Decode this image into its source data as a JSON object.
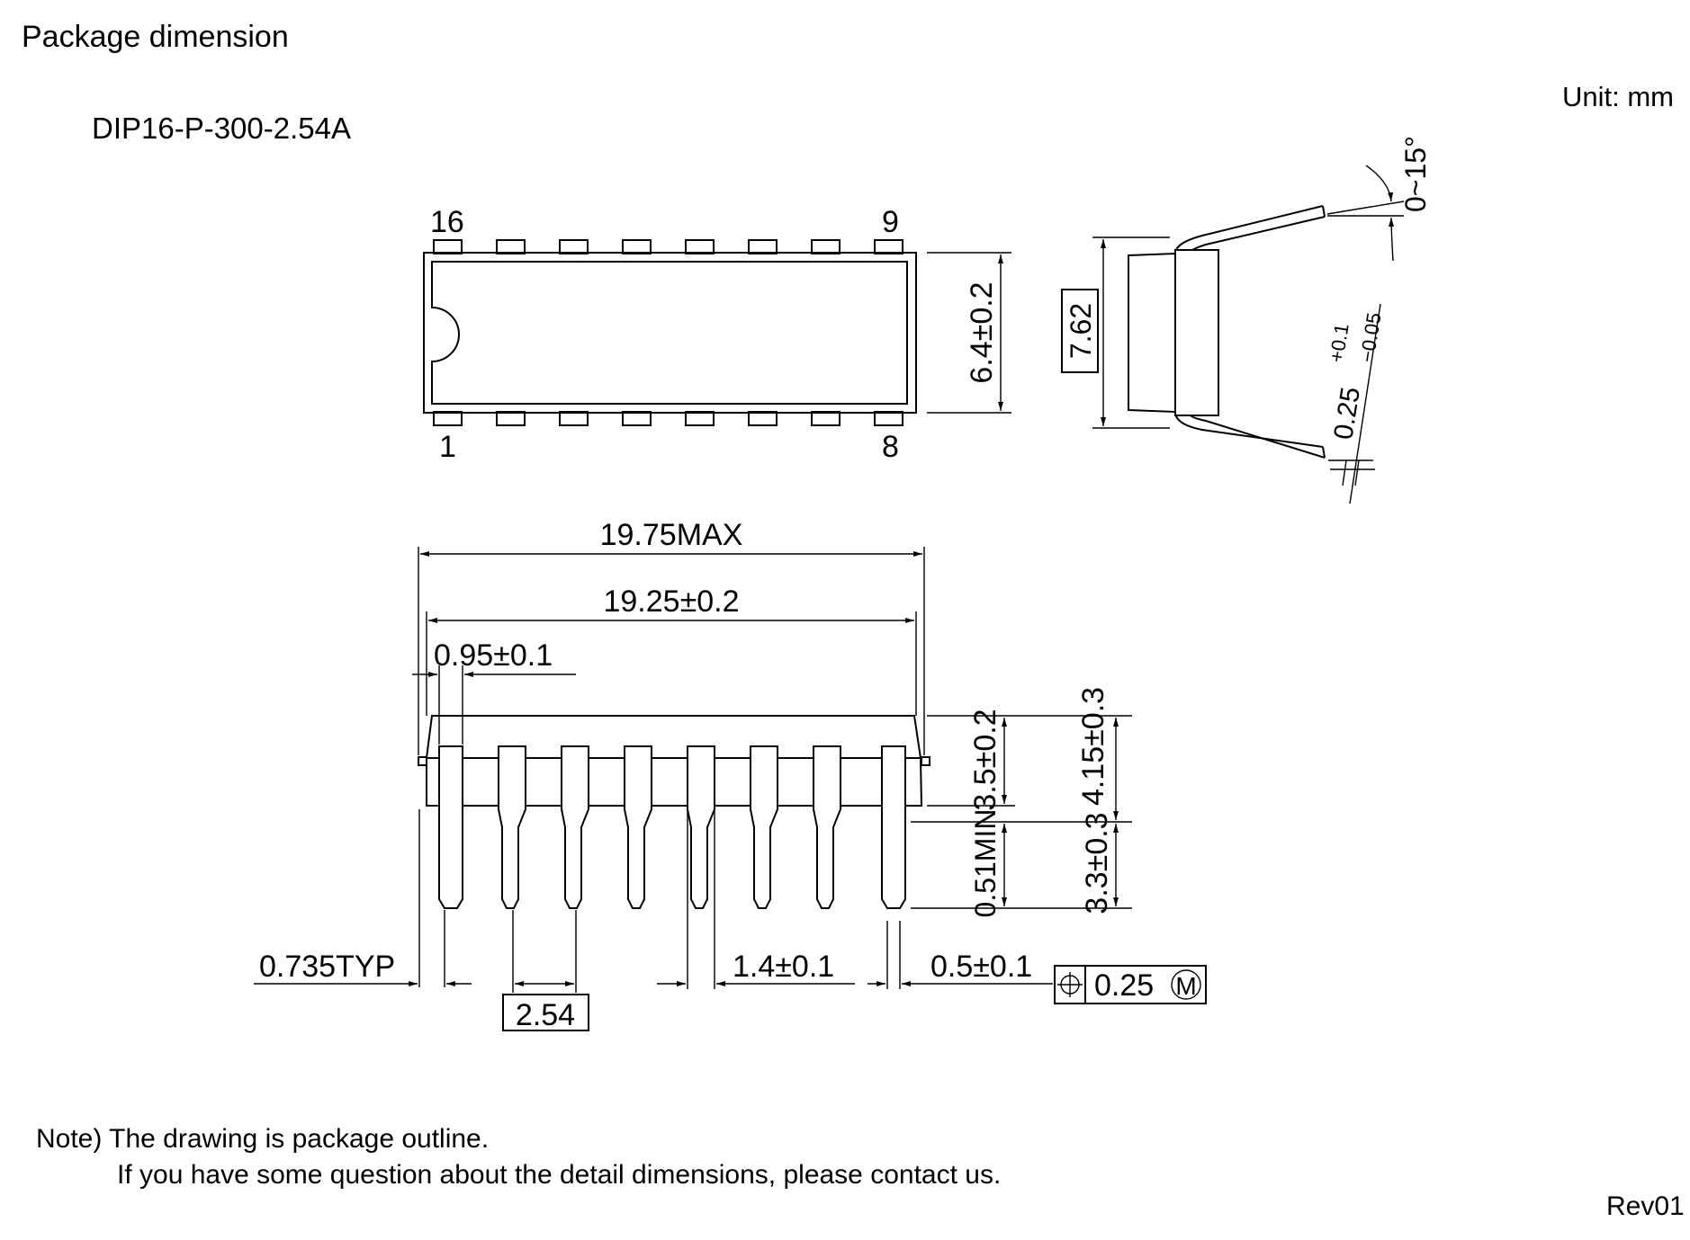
{
  "header": {
    "title": "Package dimension",
    "package_code": "DIP16-P-300-2.54A",
    "unit": "Unit: mm"
  },
  "top_view": {
    "pin_16": "16",
    "pin_9": "9",
    "pin_1": "1",
    "pin_8": "8",
    "body_width": "6.4±0.2"
  },
  "side_view": {
    "row_spacing": "7.62",
    "lead_angle": "0~15°",
    "lead_thickness_base": "0.25",
    "lead_thickness_plus": "+0.1",
    "lead_thickness_minus": "−0.05"
  },
  "front_view": {
    "overall_max": "19.75MAX",
    "body_length": "19.25±0.2",
    "end_lead": "0.95±0.1",
    "body_height": "3.5±0.2",
    "seated_height": "4.15±0.3",
    "standoff": "0.51MIN",
    "lead_length": "3.3±0.3",
    "lead_offset": "0.735TYP",
    "pitch": "2.54",
    "shoulder_width": "1.4±0.1",
    "lead_width": "0.5±0.1",
    "position_tolerance": "0.25",
    "position_modifier": "M"
  },
  "notes": {
    "line1": "Note) The drawing is package outline.",
    "line2": "If you have some question about the detail dimensions, please contact us."
  },
  "footer": {
    "revision": "Rev01"
  }
}
